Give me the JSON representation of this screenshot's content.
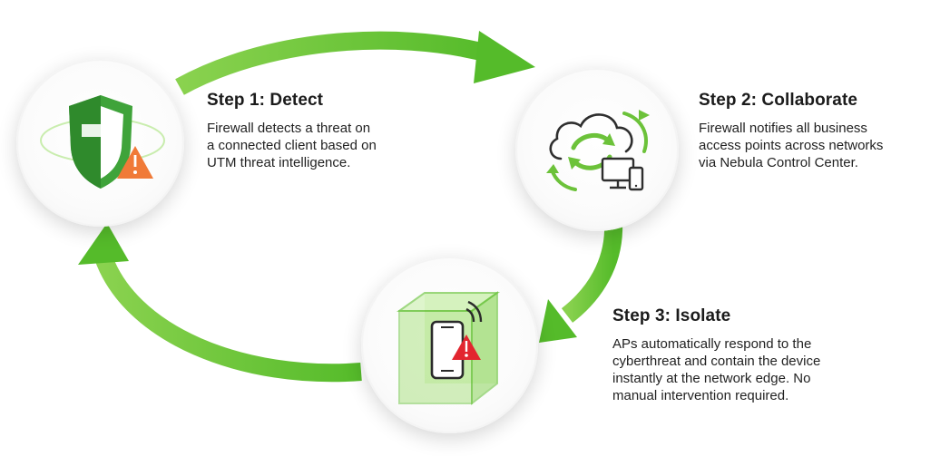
{
  "colors": {
    "accent_green": "#62c233",
    "dark_green": "#2f9a2c",
    "warning_orange": "#f07a38",
    "alert_red": "#e2262f",
    "text": "#1b1b1b"
  },
  "steps": [
    {
      "title": "Step 1: Detect",
      "description": "Firewall detects a threat on\na connected client based on\nUTM threat intelligence.",
      "icon": "shield-warning-icon"
    },
    {
      "title": "Step 2: Collaborate",
      "description": "Firewall notifies all business\naccess points across networks\nvia Nebula Control Center.",
      "icon": "cloud-sync-devices-icon"
    },
    {
      "title": "Step 3: Isolate",
      "description": "APs automatically respond to the\ncyberthreat and contain the device\ninstantly at the network edge. No\nmanual intervention required.",
      "icon": "phone-in-cube-alert-icon"
    }
  ],
  "cycle_arrows": [
    "arrow-detect-to-collaborate",
    "arrow-collaborate-to-isolate",
    "arrow-isolate-to-detect"
  ]
}
